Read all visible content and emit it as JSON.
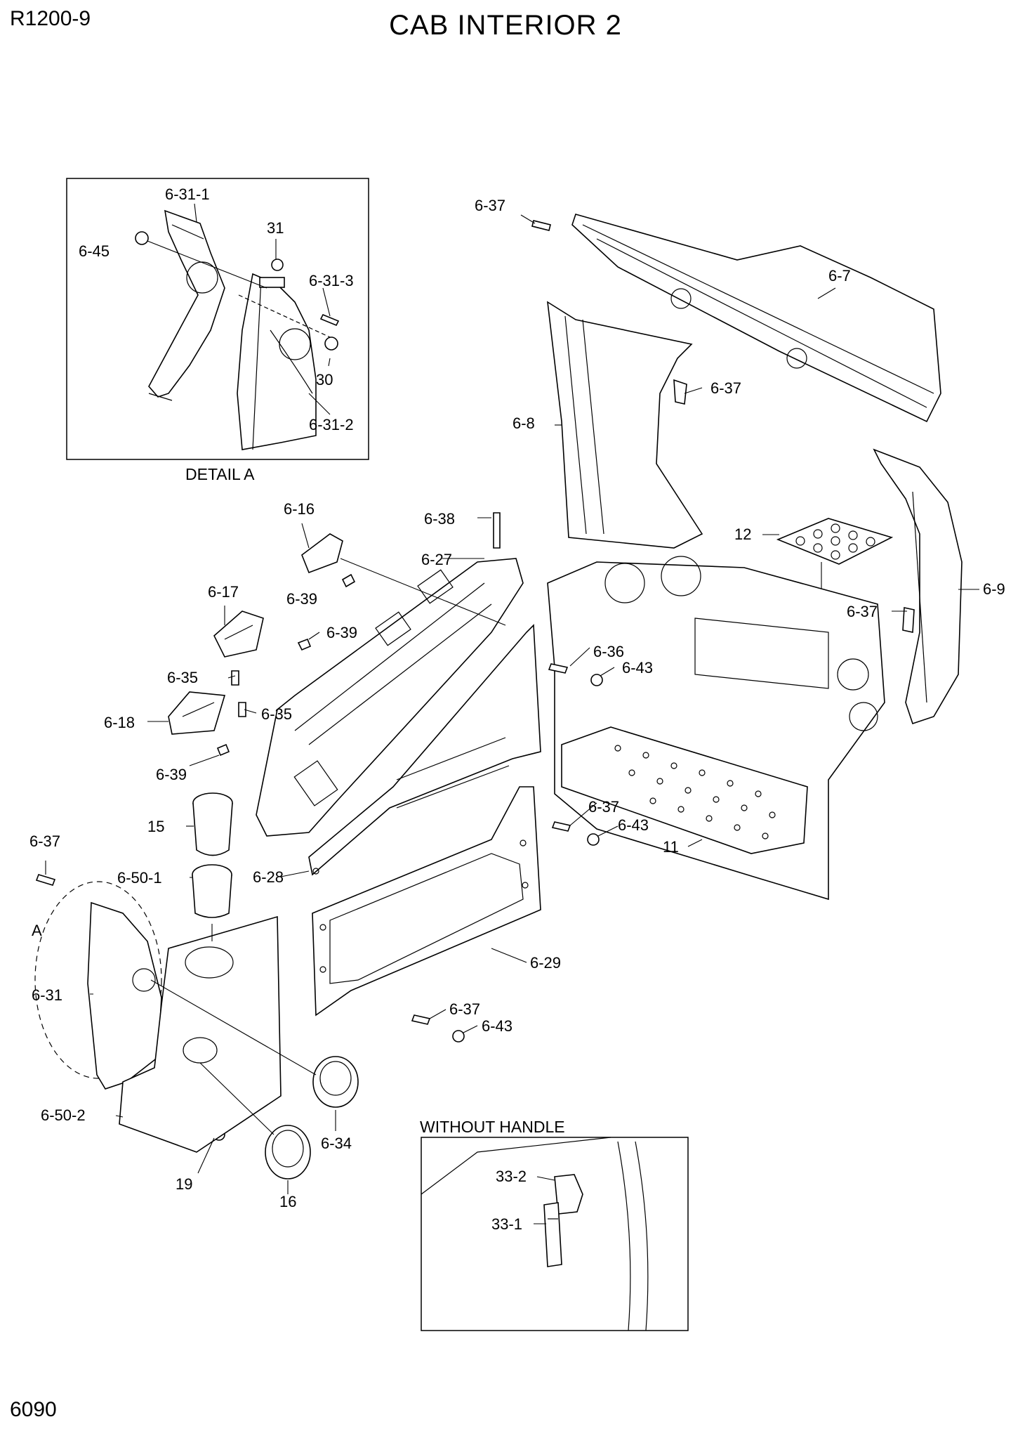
{
  "header": {
    "model": "R1200-9",
    "title": "CAB INTERIOR 2",
    "page_number": "6090"
  },
  "captions": {
    "detail_a": "DETAIL A",
    "without_handle": "WITHOUT HANDLE",
    "detail_marker": "A"
  },
  "callouts": [
    {
      "id": "c1",
      "label": "6-31-1"
    },
    {
      "id": "c2",
      "label": "31"
    },
    {
      "id": "c3",
      "label": "6-45"
    },
    {
      "id": "c4",
      "label": "6-31-3"
    },
    {
      "id": "c5",
      "label": "30"
    },
    {
      "id": "c6",
      "label": "6-31-2"
    },
    {
      "id": "c7",
      "label": "6-37"
    },
    {
      "id": "c8",
      "label": "6-7"
    },
    {
      "id": "c9",
      "label": "6-37"
    },
    {
      "id": "c10",
      "label": "6-8"
    },
    {
      "id": "c11",
      "label": "6-38"
    },
    {
      "id": "c12",
      "label": "6-16"
    },
    {
      "id": "c13",
      "label": "6-27"
    },
    {
      "id": "c14",
      "label": "12"
    },
    {
      "id": "c15",
      "label": "6-9"
    },
    {
      "id": "c16",
      "label": "6-39"
    },
    {
      "id": "c17",
      "label": "6-17"
    },
    {
      "id": "c18",
      "label": "6-39"
    },
    {
      "id": "c19",
      "label": "6-37"
    },
    {
      "id": "c20",
      "label": "6-36"
    },
    {
      "id": "c21",
      "label": "6-35"
    },
    {
      "id": "c22",
      "label": "6-43"
    },
    {
      "id": "c23",
      "label": "6-35"
    },
    {
      "id": "c24",
      "label": "6-18"
    },
    {
      "id": "c25",
      "label": "6-39"
    },
    {
      "id": "c26",
      "label": "15"
    },
    {
      "id": "c27",
      "label": "6-37"
    },
    {
      "id": "c28",
      "label": "6-43"
    },
    {
      "id": "c29",
      "label": "11"
    },
    {
      "id": "c30",
      "label": "6-37"
    },
    {
      "id": "c31",
      "label": "6-50-1"
    },
    {
      "id": "c32",
      "label": "6-28"
    },
    {
      "id": "c33",
      "label": "6-29"
    },
    {
      "id": "c34",
      "label": "6-31"
    },
    {
      "id": "c35",
      "label": "6-37"
    },
    {
      "id": "c36",
      "label": "6-43"
    },
    {
      "id": "c37",
      "label": "6-50-2"
    },
    {
      "id": "c38",
      "label": "6-34"
    },
    {
      "id": "c39",
      "label": "19"
    },
    {
      "id": "c40",
      "label": "16"
    },
    {
      "id": "c41",
      "label": "33-2"
    },
    {
      "id": "c42",
      "label": "33-1"
    }
  ]
}
